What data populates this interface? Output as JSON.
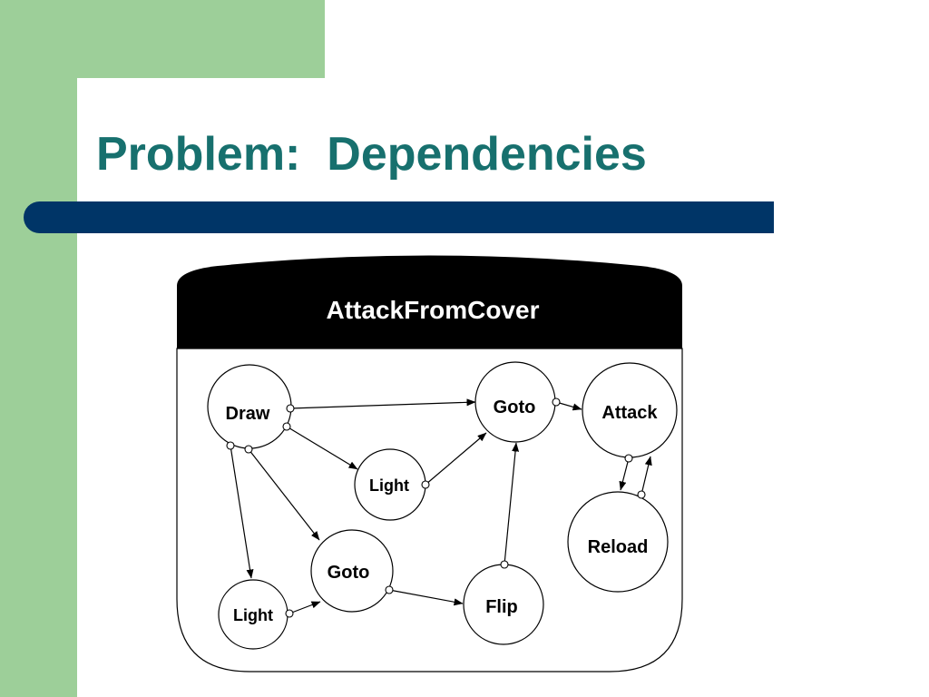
{
  "slide": {
    "title": "Problem:  Dependencies",
    "colors": {
      "sidebar_green": "#9dcf99",
      "title_teal": "#17706e",
      "rule_navy": "#003567"
    }
  },
  "diagram": {
    "container_title": "AttackFromCover",
    "nodes": [
      {
        "id": "draw",
        "label": "Draw"
      },
      {
        "id": "goto_top",
        "label": "Goto"
      },
      {
        "id": "attack",
        "label": "Attack"
      },
      {
        "id": "light_mid",
        "label": "Light"
      },
      {
        "id": "reload",
        "label": "Reload"
      },
      {
        "id": "goto_bottom",
        "label": "Goto"
      },
      {
        "id": "flip",
        "label": "Flip"
      },
      {
        "id": "light_bottom",
        "label": "Light"
      }
    ],
    "edges": [
      {
        "from": "draw",
        "to": "goto_top"
      },
      {
        "from": "draw",
        "to": "light_mid"
      },
      {
        "from": "draw",
        "to": "goto_bottom"
      },
      {
        "from": "draw",
        "to": "light_bottom"
      },
      {
        "from": "light_mid",
        "to": "goto_top"
      },
      {
        "from": "goto_top",
        "to": "attack"
      },
      {
        "from": "attack",
        "to": "reload"
      },
      {
        "from": "reload",
        "to": "attack"
      },
      {
        "from": "goto_bottom",
        "to": "flip"
      },
      {
        "from": "flip",
        "to": "goto_top"
      },
      {
        "from": "light_bottom",
        "to": "goto_bottom"
      }
    ]
  }
}
